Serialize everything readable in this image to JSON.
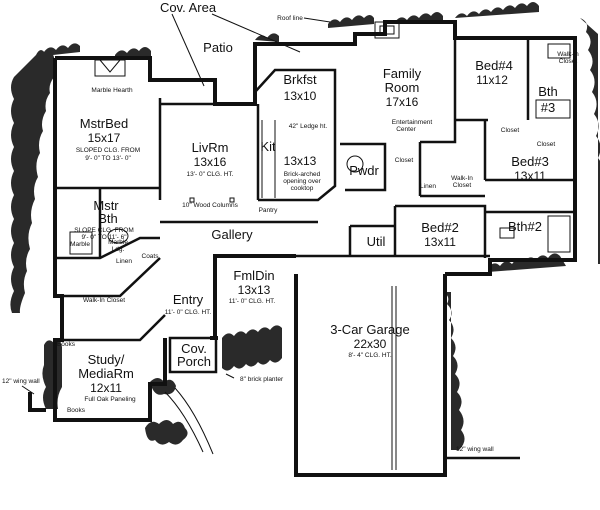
{
  "labels": {
    "cov_area": "Cov. Area",
    "roof_line": "Roof line",
    "patio": "Patio",
    "brkfst_name": "Brkfst",
    "brkfst_dim": "13x10",
    "family_name1": "Family",
    "family_name2": "Room",
    "family_dim": "17x16",
    "entertainment1": "Entertainment",
    "entertainment2": "Center",
    "bed4_name": "Bed#4",
    "bed4_dim": "11x12",
    "walkin_closet_bed4_1": "Walk-in",
    "walkin_closet_bed4_2": "Closet",
    "bth3_name1": "Bth",
    "bth3_name2": "#3",
    "closet_1": "Closet",
    "closet_2": "Closet",
    "bed3_name": "Bed#3",
    "bed3_dim": "13x11",
    "marble_hearth": "Marble Hearth",
    "mstr_bed_name": "MstrBed",
    "mstr_bed_dim": "15x17",
    "mstr_bed_note1": "SLOPED CLG. FROM",
    "mstr_bed_note2": "9'- 0\" TO 13'- 0\"",
    "livrm_name": "LivRm",
    "livrm_dim": "13x16",
    "livrm_note": "13'- 0\" CLG. HT.",
    "ledge": "42\" Ledge ht.",
    "kit_name": "Kit",
    "kit_dim": "13x13",
    "kit_note1": "Brick-arched",
    "kit_note2": "opening over",
    "kit_note3": "cooktop",
    "pwdr": "Pwdr",
    "closet_3": "Closet",
    "linen_1": "Linen",
    "walkin_closet_bed3_1": "Walk-In",
    "walkin_closet_bed3_2": "Closet",
    "mstr_bth_name1": "Mstr",
    "mstr_bth_name2": "Bth",
    "mstr_bth_note1": "SLOPE CLG. FROM",
    "mstr_bth_note2": "9'- 0\" TO 11'- 6\"",
    "marble_tub": "Marble",
    "marble_ledge1": "Marble",
    "marble_ledge2": "Ldg.",
    "linen_2": "Linen",
    "coats": "Coats",
    "wood_columns": "10\" Wood Columns",
    "pantry": "Pantry",
    "gallery": "Gallery",
    "util": "Util",
    "bed2_name": "Bed#2",
    "bed2_dim": "13x11",
    "bth2_name": "Bth#2",
    "walkin_closet_master": "Walk-In Closet",
    "fmldin_name": "FmlDin",
    "fmldin_dim": "13x13",
    "fmldin_note": "11'- 0\" CLG. HT.",
    "entry_name": "Entry",
    "entry_note": "11'- 0\" CLG. HT.",
    "garage_name": "3-Car Garage",
    "garage_dim": "22x30",
    "garage_note": "8'- 4\" CLG. HT.",
    "study_name1": "Study/",
    "study_name2": "MediaRm",
    "study_dim": "12x11",
    "study_note": "Full Oak Paneling",
    "books_1": "Books",
    "books_2": "Books",
    "cov_porch1": "Cov.",
    "cov_porch2": "Porch",
    "brick_planter": "8\" brick planter",
    "wing_wall_left": "12\" wing wall",
    "wing_wall_right": "12\" wing wall"
  }
}
